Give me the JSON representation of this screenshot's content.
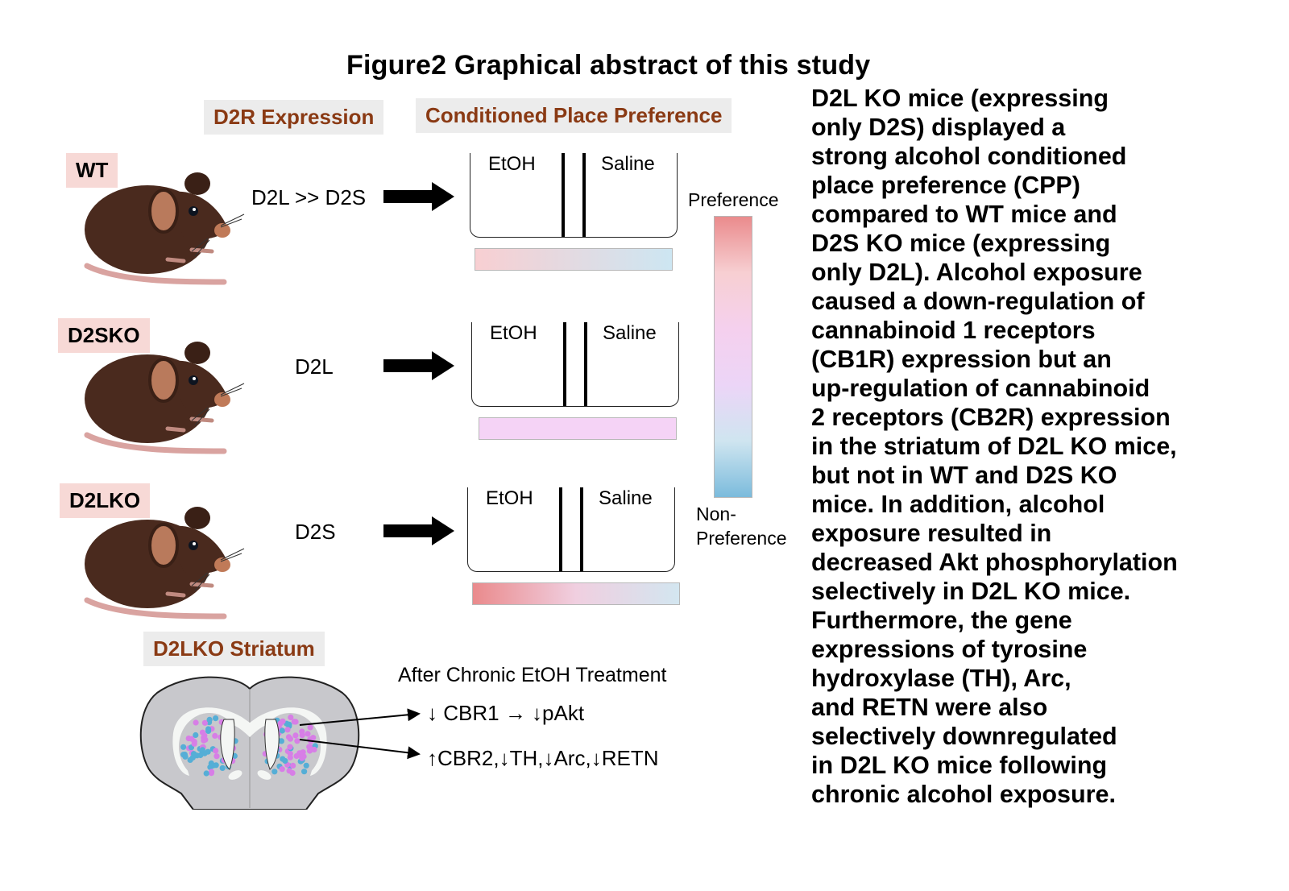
{
  "title": "Figure2 Graphical abstract of this study",
  "headers": {
    "expression": "D2R  Expression",
    "cpp": "Conditioned Place Preference",
    "striatum": "D2LKO Striatum"
  },
  "rows": [
    {
      "genotype": "WT",
      "expression": "D2L >> D2S",
      "chamber_left": "EtOH",
      "chamber_right": "Saline",
      "bar_gradient": [
        "#f8cfd2",
        "#cde6f2"
      ]
    },
    {
      "genotype": "D2SKO",
      "expression": "D2L",
      "chamber_left": "EtOH",
      "chamber_right": "Saline",
      "bar_gradient": [
        "#f5d3f6",
        "#f5d3f6"
      ]
    },
    {
      "genotype": "D2LKO",
      "expression": "D2S",
      "chamber_left": "EtOH",
      "chamber_right": "Saline",
      "bar_gradient": [
        "#ea8a8c",
        "#f0cfe0",
        "#d3e6f0"
      ]
    }
  ],
  "scale": {
    "top_label": "Preference",
    "bottom_label_line1": "Non-",
    "bottom_label_line2": "Preference",
    "colors": [
      "#ea8b8c",
      "#f7cfd2",
      "#f5d0ee",
      "#ecd5f7",
      "#cfe5f0",
      "#7bbbdc"
    ]
  },
  "striatum": {
    "treatment": "After Chronic EtOH Treatment",
    "finding1": "CBR1 → pAkt",
    "finding1_parts": [
      "↓",
      "CBR1 →",
      "↓",
      "pAkt"
    ],
    "finding2_parts": [
      "↑",
      "CBR2,",
      "↓",
      "TH,",
      "↓",
      "Arc,",
      "↓",
      "RETN"
    ]
  },
  "summary_lines": [
    "D2L KO mice (expressing",
    "only D2S) displayed a",
    "strong alcohol conditioned",
    "place preference (CPP)",
    "compared to WT mice and",
    "D2S KO mice (expressing",
    "only D2L). Alcohol exposure",
    "caused a down-regulation of",
    "cannabinoid 1 receptors",
    "(CB1R) expression but an",
    "up-regulation of cannabinoid",
    "2 receptors (CB2R) expression",
    "in the striatum of D2L KO mice,",
    "but not in WT and D2S KO",
    "mice. In addition, alcohol",
    "exposure resulted in",
    "decreased Akt phosphorylation",
    "selectively in D2L KO mice.",
    "Furthermore, the gene",
    "expressions of tyrosine",
    "hydroxylase (TH), Arc,",
    "and RETN were also",
    "selectively downregulated",
    "in D2L KO mice following",
    "chronic alcohol exposure."
  ],
  "colors": {
    "header_text": "#8a3a14",
    "header_bg": "#ececec",
    "genotype_bg": "#f7d9d6",
    "mouse_body": "#4a2a1e",
    "mouse_ear": "#b97a5c",
    "brain_gray": "#c8c8cc",
    "dot_magenta": "#d77ee6",
    "dot_cyan": "#55aed6"
  }
}
